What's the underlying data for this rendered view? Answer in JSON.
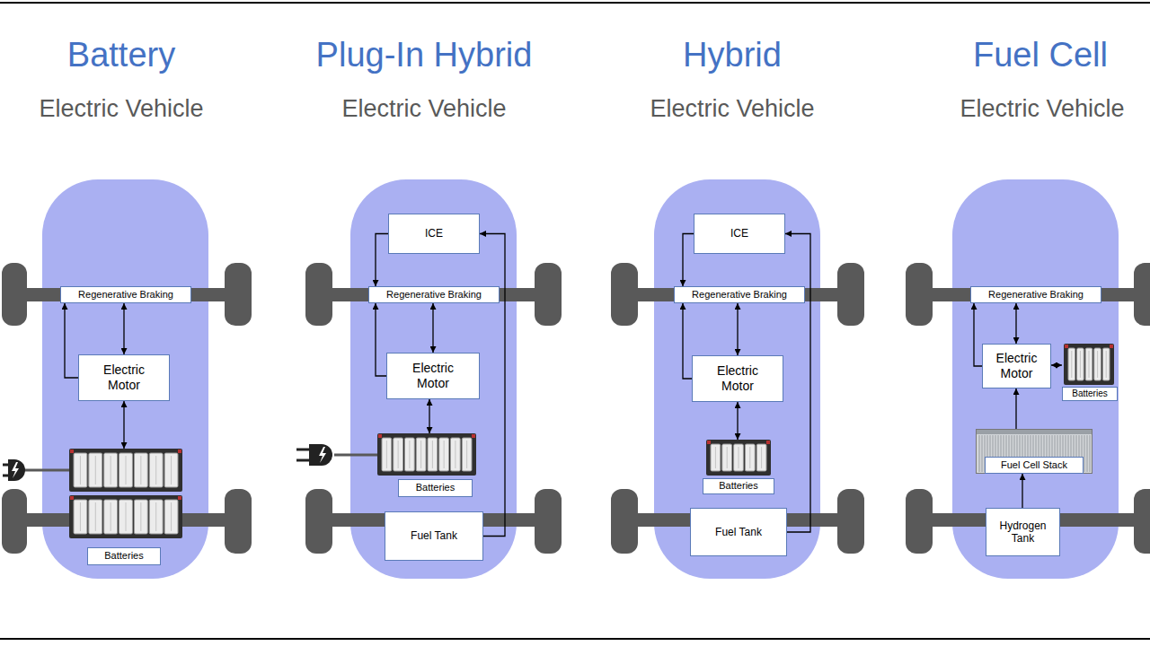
{
  "diagram": {
    "nodes": [
      {
        "text": [
          "Regenerative Braking"
        ]
      },
      {
        "text": [
          "Electric Motor"
        ]
      },
      {
        "text": [
          "Batteries"
        ]
      },
      {
        "text": [
          "ICE"
        ]
      },
      {
        "text": [
          "Regenerative Braking"
        ]
      },
      {
        "text": [
          "Electric Motor"
        ]
      },
      {
        "text": [
          "Batteries"
        ]
      },
      {
        "text": [
          "Fuel Tank"
        ]
      },
      {
        "text": [
          "ICE"
        ]
      },
      {
        "text": [
          "Regenerative Braking"
        ]
      },
      {
        "text": [
          "Electric Motor"
        ]
      },
      {
        "text": [
          "Batteries"
        ]
      },
      {
        "text": [
          "Fuel Tank"
        ]
      },
      {
        "text": [
          "Regenerative Braking"
        ]
      },
      {
        "text": [
          "Electric Motor"
        ]
      },
      {
        "text": [
          "Batteries"
        ]
      },
      {
        "text": [
          "Fuel Cell Stack"
        ]
      },
      {
        "text": [
          "Hydrogen Tank"
        ]
      }
    ],
    "edges": [
      {
        "from": 0,
        "to": 1,
        "arrow": "both"
      },
      {
        "from": 1,
        "to": 0,
        "arrow": "to"
      },
      {
        "from": 1,
        "to": 2,
        "arrow": "both"
      },
      {
        "from": 3,
        "to": 4,
        "arrow": "to"
      },
      {
        "from": 4,
        "to": 5,
        "arrow": "both"
      },
      {
        "from": 5,
        "to": 4,
        "arrow": "to"
      },
      {
        "from": 5,
        "to": 6,
        "arrow": "both"
      },
      {
        "from": 7,
        "to": 3,
        "arrow": "to"
      },
      {
        "from": 8,
        "to": 9,
        "arrow": "to"
      },
      {
        "from": 9,
        "to": 10,
        "arrow": "both"
      },
      {
        "from": 10,
        "to": 9,
        "arrow": "to"
      },
      {
        "from": 10,
        "to": 11,
        "arrow": "both"
      },
      {
        "from": 12,
        "to": 8,
        "arrow": "to"
      },
      {
        "from": 13,
        "to": 14,
        "arrow": "both"
      },
      {
        "from": 14,
        "to": 13,
        "arrow": "to"
      },
      {
        "from": 14,
        "to": 15,
        "arrow": "both"
      },
      {
        "from": 16,
        "to": 14,
        "arrow": "to"
      },
      {
        "from": 17,
        "to": 16,
        "arrow": "to"
      }
    ],
    "labels": [
      "Battery",
      "Electric Vehicle",
      "Plug-In Hybrid",
      "Electric Vehicle",
      "Hybrid",
      "Electric Vehicle",
      "Fuel Cell",
      "Electric Vehicle"
    ]
  }
}
